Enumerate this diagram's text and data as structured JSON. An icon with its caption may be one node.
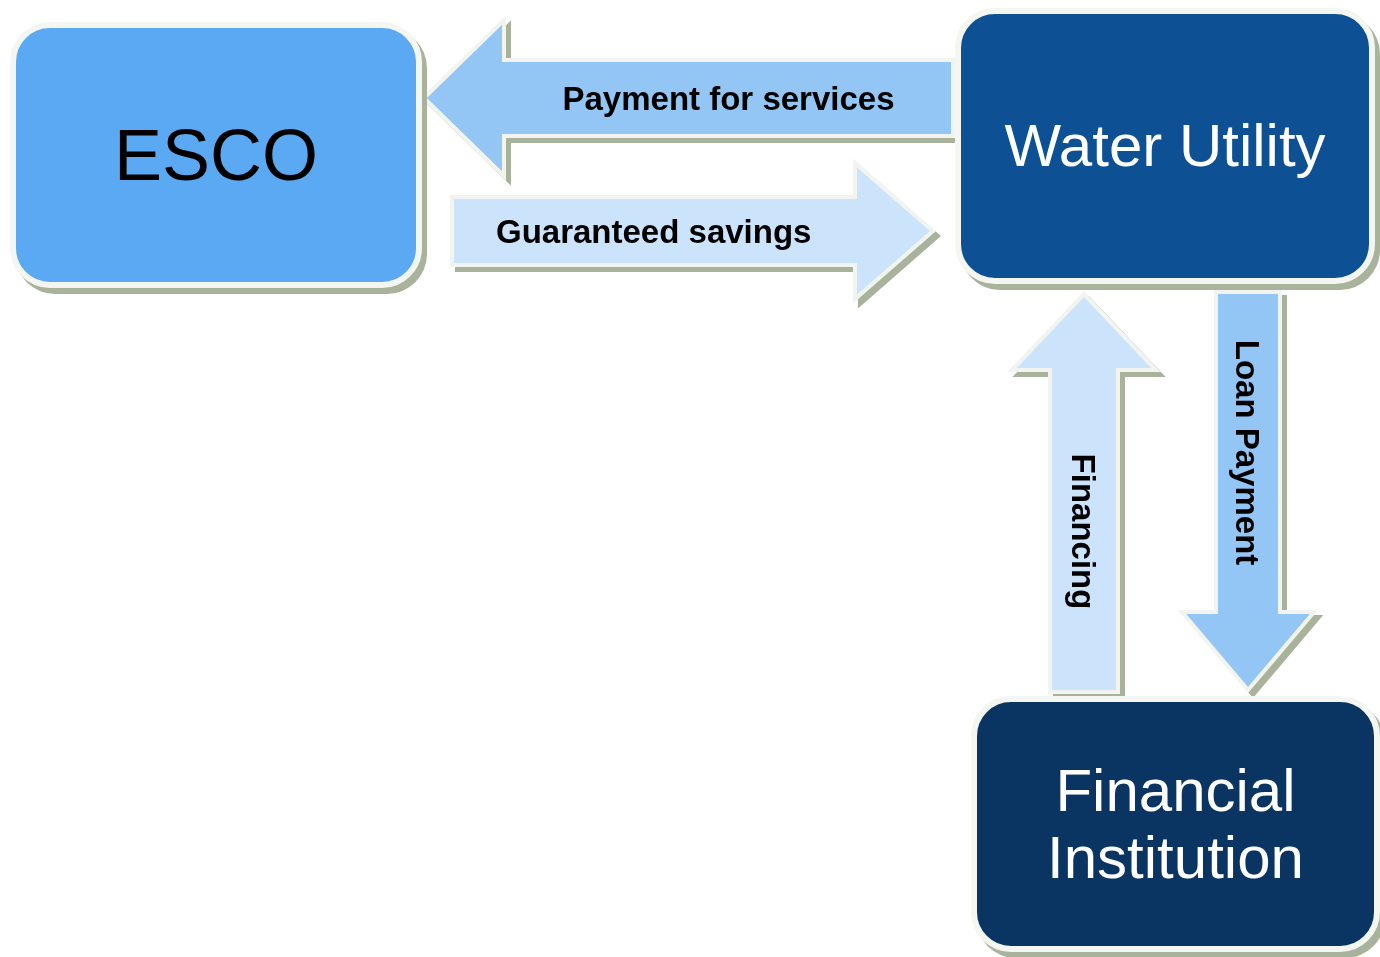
{
  "diagram": {
    "nodes": [
      {
        "text": [
          "ESCO"
        ]
      },
      {
        "text": [
          "Water Utility"
        ]
      },
      {
        "text": [
          "Financial Institution"
        ]
      }
    ],
    "edges": [
      {
        "from": 1,
        "to": 0,
        "arrow": "to",
        "label": "Payment for services"
      },
      {
        "from": 0,
        "to": 1,
        "arrow": "to",
        "label": "Guaranteed savings",
        "color": "#cce4fb"
      },
      {
        "from": 2,
        "to": 1,
        "arrow": "to",
        "label": "Financing",
        "color": "#cce4fb"
      },
      {
        "from": 1,
        "to": 2,
        "arrow": "to",
        "label": "Loan Payment"
      }
    ]
  }
}
